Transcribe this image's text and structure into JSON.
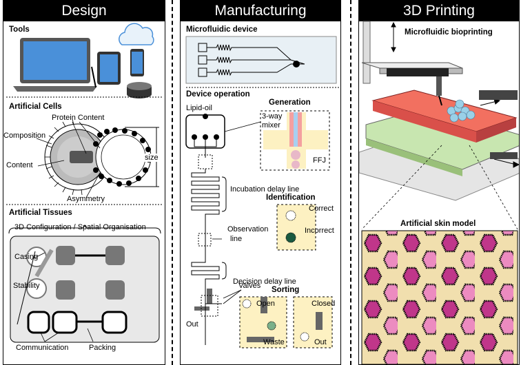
{
  "design": {
    "header": "Design",
    "tools": "Tools",
    "artificial_cells": "Artificial Cells",
    "protein_content": "Protein Content",
    "composition": "Composition",
    "content": "Content",
    "asymmetry": "Asymmetry",
    "size": "size",
    "artificial_tissues": "Artificial Tissues",
    "configuration": "3D Configuration / Spatial Organisation",
    "casing": "Casing",
    "stability": "Stability",
    "communication": "Communication",
    "packing": "Packing"
  },
  "manufacturing": {
    "header": "Manufacturing",
    "microfluidic_device": "Microfluidic device",
    "device_operation": "Device operation",
    "lipid_oil": "Lipid-oil",
    "generation": "Generation",
    "three_way": "3-way",
    "mixer": "mixer",
    "ffj": "FFJ",
    "incubation": "Incubation delay line",
    "identification": "Identification",
    "correct": "Correct",
    "incorrect": "Incorrect",
    "observation": "Observation",
    "line": "line",
    "decision": "Decision delay line",
    "valves": "Valves",
    "sorting": "Sorting",
    "open": "Open",
    "closed": "Closed",
    "waste": "Waste",
    "out": "Out"
  },
  "printing": {
    "header": "3D Printing",
    "bioprinting": "Microfluidic bioprinting",
    "skin_model": "Artificial skin model"
  }
}
